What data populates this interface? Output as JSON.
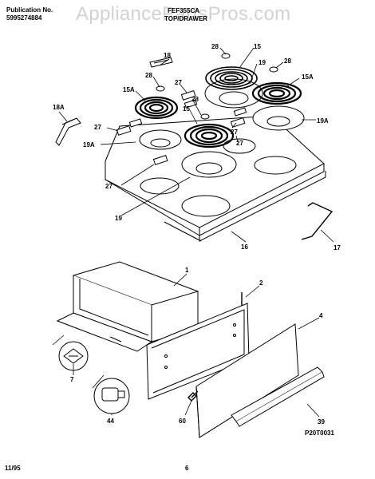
{
  "header": {
    "publication_label": "Publication No.",
    "publication_number": "5995274884",
    "model": "FEF355CA",
    "section": "TOP/DRAWER"
  },
  "watermark": "AppliancePartsPros.com",
  "callouts": {
    "c18": "18",
    "c28a": "28",
    "c15a": "15",
    "c28b": "28",
    "c19a": "19",
    "c28c": "28",
    "c15Aa": "15A",
    "c27a": "27",
    "c15Ab": "15A",
    "c28d": "28",
    "c15b": "15",
    "c18A": "18A",
    "c27b": "27",
    "c27c": "27",
    "c19Aa": "19A",
    "c19Ab": "19A",
    "c27d": "27",
    "c19b": "19",
    "c16": "16",
    "c17": "17",
    "c1": "1",
    "c2": "2",
    "c4": "4",
    "c7": "7",
    "c44": "44",
    "c60": "60",
    "c39": "39"
  },
  "diagram_code": "P20T0031",
  "footer": {
    "date": "11/95",
    "page": "6"
  },
  "colors": {
    "line": "#000000",
    "background": "#ffffff",
    "watermark": "#d2d2d2"
  }
}
